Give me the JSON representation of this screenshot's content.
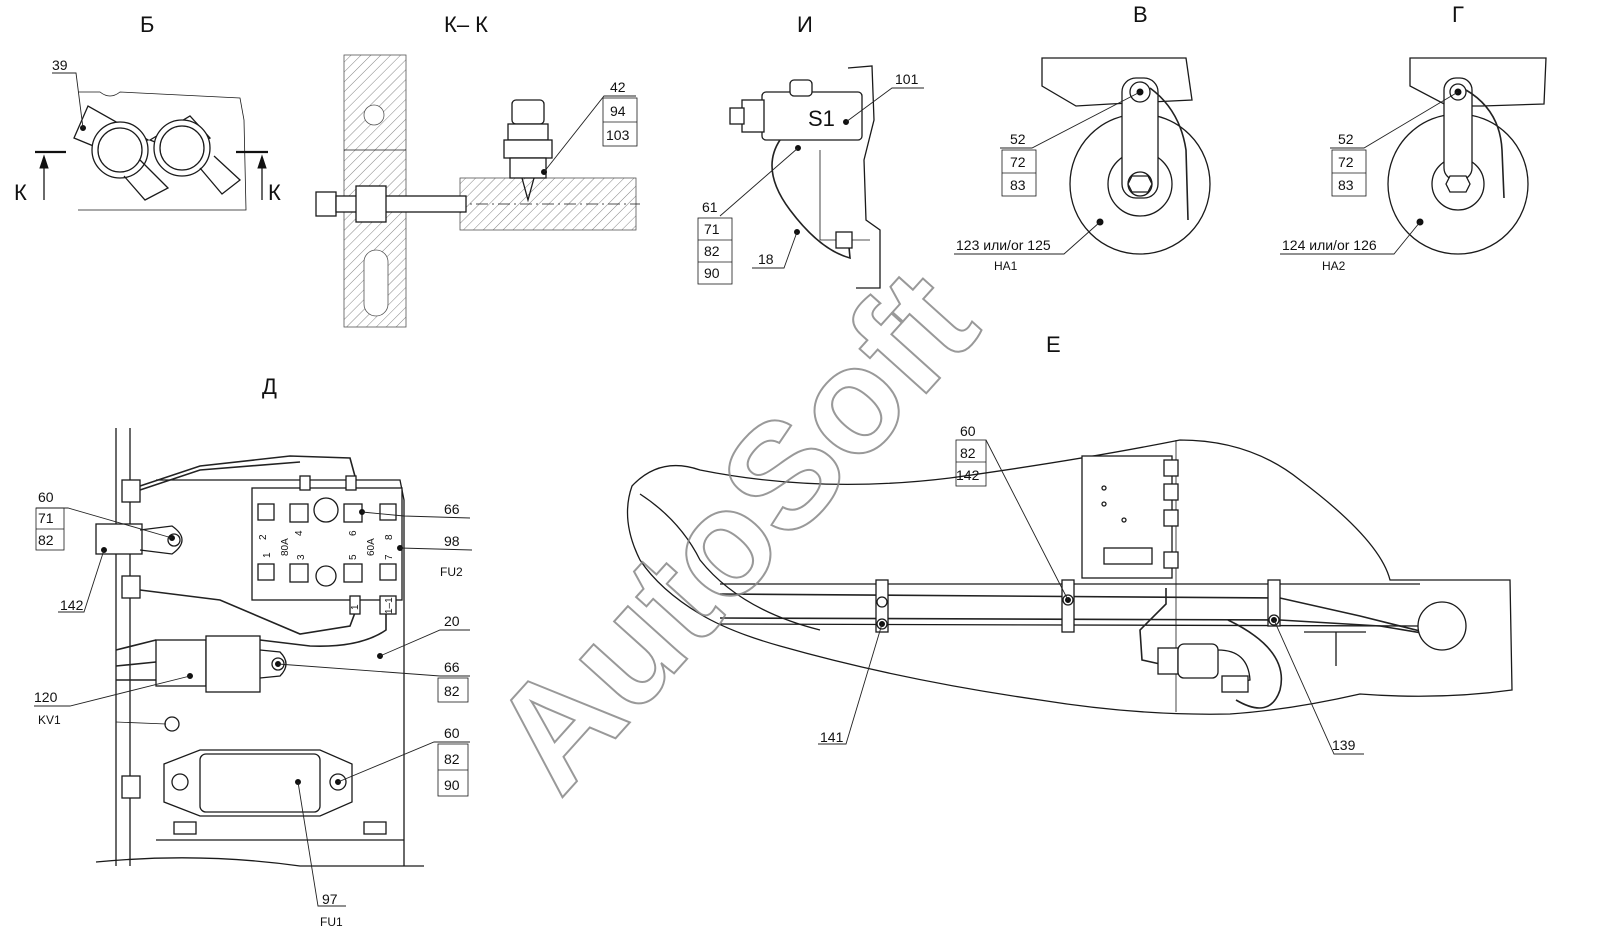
{
  "views": {
    "b": "Б",
    "kk": "К– К",
    "i": "И",
    "v": "В",
    "g": "Г",
    "d": "Д",
    "e": "Е"
  },
  "section_marks": {
    "left": "К",
    "right": "К"
  },
  "b_labels": {
    "n39": "39"
  },
  "kk_labels": {
    "n42": "42",
    "n94": "94",
    "n103": "103"
  },
  "i_labels": {
    "s1": "S1",
    "n101": "101",
    "n61": "61",
    "n71": "71",
    "n82": "82",
    "n90": "90",
    "n18": "18"
  },
  "v_labels": {
    "n52": "52",
    "n72": "72",
    "n83": "83",
    "part_text": "123 или/or 125",
    "ref": "HA1"
  },
  "g_labels": {
    "n52": "52",
    "n72": "72",
    "n83": "83",
    "part_text": "124 или/or 126",
    "ref": "HA2"
  },
  "d_labels": {
    "n60a": "60",
    "n71": "71",
    "n82a": "82",
    "n142": "142",
    "n66a": "66",
    "n98": "98",
    "fu2": "FU2",
    "n20": "20",
    "n66b": "66",
    "n82b": "82",
    "n120": "120",
    "kv1": "KV1",
    "n60b": "60",
    "n82c": "82",
    "n90": "90",
    "n97": "97",
    "fu1": "FU1",
    "t2": "2",
    "t4": "4",
    "t6": "6",
    "t8": "8",
    "t1": "1",
    "t3": "3",
    "t5": "5",
    "t7": "7",
    "a80": "80A",
    "a60": "60A",
    "w1": "1",
    "w11": "1–1"
  },
  "e_labels": {
    "n60": "60",
    "n82": "82",
    "n142": "142",
    "n141": "141",
    "n139": "139"
  },
  "watermark": "AutoSoft"
}
